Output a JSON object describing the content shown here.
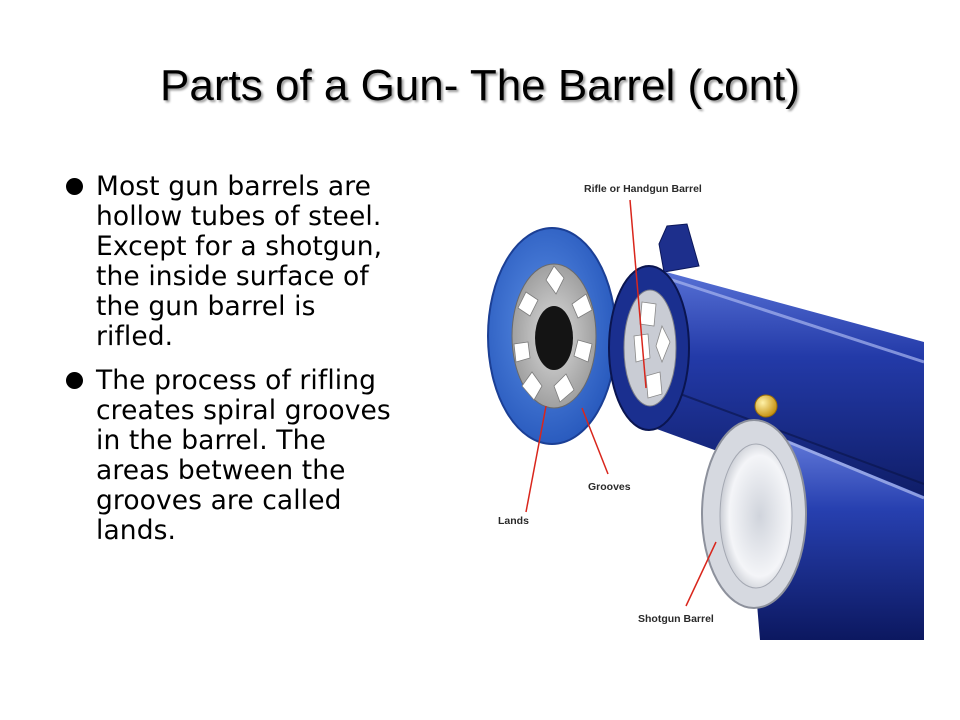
{
  "slide": {
    "title": "Parts of a Gun- The Barrel (cont)"
  },
  "bullets": [
    {
      "lines": [
        "Most gun barrels are",
        "hollow tubes of steel.",
        "Except for a shotgun,",
        "the inside surface of",
        "the gun barrel is",
        "rifled."
      ]
    },
    {
      "lines": [
        "The process of rifling",
        "creates spiral grooves",
        "in the barrel. The",
        "areas between the",
        "grooves are called",
        "lands."
      ]
    }
  ],
  "diagram": {
    "labels": {
      "rifle_barrel": "Rifle or Handgun Barrel",
      "grooves": "Grooves",
      "lands": "Lands",
      "shotgun_barrel": "Shotgun Barrel"
    },
    "colors": {
      "barrel_blue": "#1c2f9a",
      "barrel_dark": "#0d1a5e",
      "bore_face": "#2e63c8",
      "bore_face_light": "#4f86e0",
      "pointer_line": "#d9261c",
      "bead": "#e3b21a"
    }
  }
}
